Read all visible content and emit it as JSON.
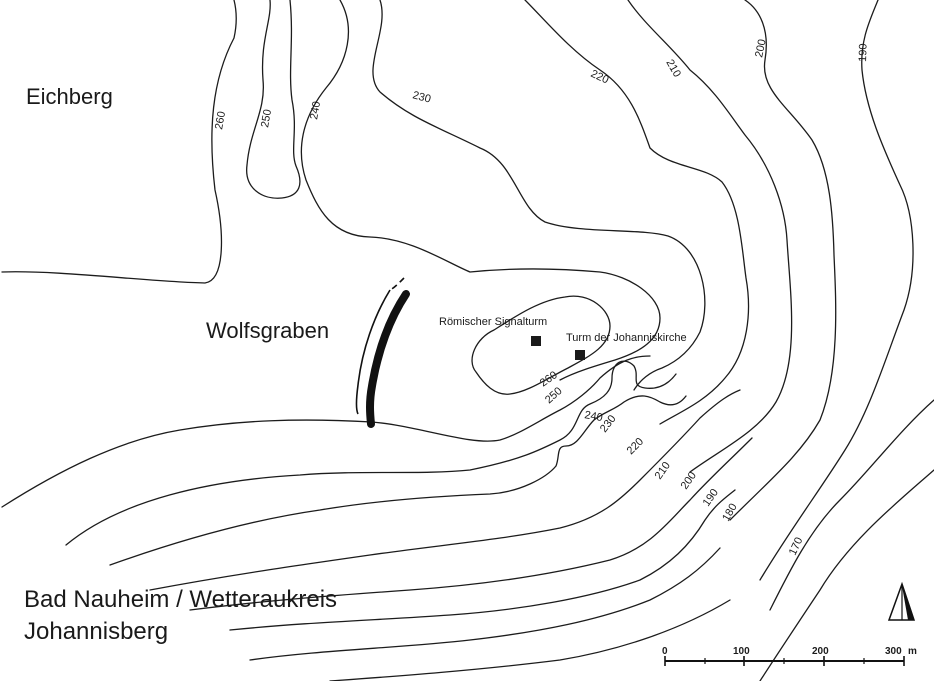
{
  "labels": {
    "eichberg": "Eichberg",
    "wolfsgraben": "Wolfsgraben",
    "signalturm": "Römischer Signalturm",
    "johanniskirche": "Turm der Johanniskirche",
    "title_line1": "Bad Nauheim / Wetteraukreis",
    "title_line2": "Johannisberg"
  },
  "contour_labels": [
    "260",
    "250",
    "240",
    "230",
    "220",
    "210",
    "200",
    "190",
    "260",
    "250",
    "240",
    "230",
    "220",
    "210",
    "200",
    "190",
    "180",
    "170"
  ],
  "scale": {
    "ticks": [
      "0",
      "100",
      "200",
      "300"
    ],
    "unit": "m"
  },
  "icons": {
    "north_arrow": "north-arrow-icon"
  }
}
